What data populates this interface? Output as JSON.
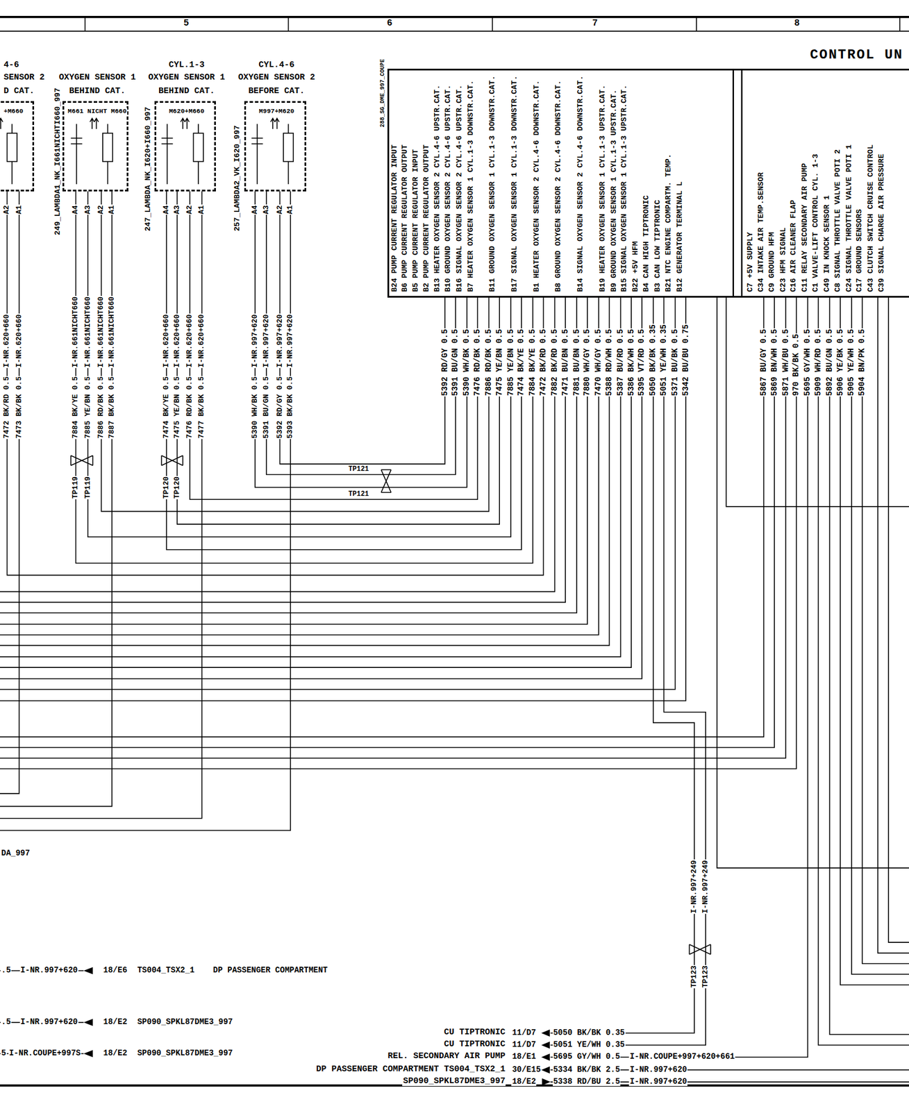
{
  "diagram": {
    "nodes": [
      {
        "text": [
          "4-6",
          "SENSOR 2",
          "D CAT.",
          "+M660"
        ]
      },
      {
        "text": [
          "OXYGEN SENSOR 1",
          "BEHIND CAT.",
          "M661 NICHT M660",
          "249_LAMBDA1_NK_I661NICHTI660_997"
        ]
      },
      {
        "text": [
          "CYL.1-3",
          "OXYGEN SENSOR 1",
          "BEHIND CAT.",
          "M620+M660",
          "247_LAMBDA_NK_I620+I660_997"
        ]
      },
      {
        "text": [
          "CYL.4-6",
          "OXYGEN SENSOR 2",
          "BEFORE CAT.",
          "M997+M620",
          "257_LAMBDA2_VK_I620_997"
        ]
      },
      {
        "text": [
          "CONTROL UN",
          "288_SG_DME_997_COUPE"
        ]
      }
    ],
    "edges": [
      {
        "from": 0,
        "to": 4,
        "arrow": "none"
      },
      {
        "from": 1,
        "to": 4,
        "arrow": "none"
      },
      {
        "from": 1,
        "to": 4,
        "arrow": "none"
      },
      {
        "from": 1,
        "to": 4,
        "arrow": "none"
      },
      {
        "from": 2,
        "to": 4,
        "arrow": "none"
      },
      {
        "from": 2,
        "to": 4,
        "arrow": "none"
      },
      {
        "from": 2,
        "to": 4,
        "arrow": "none"
      },
      {
        "from": 3,
        "to": 4,
        "arrow": "none"
      },
      {
        "from": 3,
        "to": 4,
        "arrow": "none"
      },
      {
        "from": 3,
        "to": 4,
        "arrow": "none"
      }
    ],
    "labels": [
      "5",
      "6",
      "7",
      "8",
      "B24 PUMP CURRENT REGULATOR INPUT",
      "B6 PUMP CURRENT REGULATOR OUTPUT",
      "B5 PUMP CURRENT REGULATOR INPUT",
      "B2 PUMP CURRENT REGULATOR OUTPUT",
      "B13 HEATER OXYGEN SENSOR 2 CYL.4-6 UPSTR.CAT.",
      "B10 GROUND OXYGEN SENSOR 2 CYL.4-6 UPSTR.CAT.",
      "B16 SIGNAL OXYGEN SENSOR 2 CYL.4-6 UPSTR.CAT.",
      "B7 HEATER OXYGEN SENSOR 1 CYL.1-3 DOWNSTR.CAT.",
      "B11 GROUND OXYGEN SENSOR 1 CYL.1-3 DOWNSTR.CAT.",
      "B17 SIGNAL OXYGEN SENSOR 1 CYL.1-3 DOWNSTR.CAT.",
      "B1 HEATER OXYGEN SENSOR 2 CYL.4-6 DOWNSTR.CAT.",
      "B8 GROUND OXYGEN SENSOR 2 CYL.4-6 DOWNSTR.CAT.",
      "B14 SIGNAL OXYGEN SENSOR 2 CYL.4-6 DOWNSTR.CAT.",
      "B19 HEATER OXYGEN SENSOR 1 CYL.1-3 UPSTR.CAT.",
      "B9 GROUND OXYGEN SENSOR 1 CYL.1-3 UPSTR.CAT.",
      "B15 SIGNAL OXYGEN SENSOR 1 CYL.1-3 UPSTR.CAT.",
      "B22 +5V HFM",
      "B4 CAN HIGH TIPTRONIC",
      "B3 CAN LOW TIPTRONIC",
      "B21 NTC ENGINE COMPARTM. TEMP.",
      "B12 GENERATOR TERMINAL L",
      "C7 +5V SUPPLY",
      "C34 INTAKE AIR TEMP.SENSOR",
      "C9 GROUND HFM",
      "C23 HFM SIGNAL",
      "C16 AIR CLEANER FLAP",
      "C11 RELAY SECONDARY AIR PUMP",
      "C1 VALVE-LIFT CONTROL CYL. 1-3",
      "C49 IN KNOCK SENSOR 1",
      "C8 SIGNAL THROTTLE VALVE POTI 2",
      "C24 SIGNAL THROTTLE VALVE POTI 1",
      "C17 GROUND SENSORS",
      "C43 CLUTCH SWITCH CRUISE CONTROL",
      "C39 SIGNAL CHARGE AIR PRESSURE",
      "5392 RD/GY 0.5",
      "5391 BU/GN 0.5",
      "5390 WH/BK 0.5",
      "7476 RD/BK 0.5",
      "7886 RD/BK 0.5",
      "7475 YE/BN 0.5",
      "7885 YE/BN 0.5",
      "7474 BK/YE 0.5",
      "7884 BK/YE 0.5",
      "7472 BK/RD 0.5",
      "7882 BK/RD 0.5",
      "7471 BU/BN 0.5",
      "7881 BU/BN 0.5",
      "7880 WH/GY 0.5",
      "7470 WH/GY 0.5",
      "5388 RD/WH 0.5",
      "5387 BU/RD 0.5",
      "5386 BK/WH 0.5",
      "5395 VT/RD 0.5",
      "5050 BK/BK 0.35",
      "5051 YE/WH 0.35",
      "5371 BU/BK 0.5",
      "5342 BU/BU 0.75",
      "5867 BU/GY 0.5",
      "5869 BN/WH 0.5",
      "5871 WH/BU 0.5",
      "970 BK/BK 0.5",
      "5695 GY/WH 0.5",
      "5909 WH/RD 0.5",
      "5892 BU/GN 0.5",
      "5906 YE/BK 0.5",
      "5905 YE/WH 0.5",
      "5904 BN/PK 0.5",
      "A2",
      "A1",
      "A4",
      "A3",
      "A2",
      "A1",
      "A4",
      "A3",
      "A2",
      "A1",
      "A4",
      "A3",
      "A2",
      "A1",
      "7472 BK/RD 0.5",
      "I-NR.620+660",
      "7473 BK/BK 0.5",
      "I-NR.620+660",
      "7884 BK/YE 0.5",
      "I-NR.661NICHT660",
      "7885 YE/BN 0.5",
      "I-NR.661NICHT660",
      "7886 RD/BK 0.5",
      "I-NR.661NICHT660",
      "7887 BK/BK 0.5",
      "I-NR.661NICHT660",
      "7474 BK/YE 0.5",
      "I-NR.620+660",
      "7475 YE/BN 0.5",
      "I-NR.620+660",
      "7476 RD/BK 0.5",
      "I-NR.620+660",
      "7477 BK/BK 0.5",
      "I-NR.620+660",
      "5390 WH/BK 0.5",
      "I-NR.997+620",
      "5391 BU/GN 0.5",
      "I-NR.997+620",
      "5392 RD/GY 0.5",
      "I-NR.997+620",
      "5393 BK/BK 0.5",
      "I-NR.997+620",
      "TP119",
      "TP119",
      "TP120",
      "TP120",
      "TP121",
      "TP121",
      "I-NR.997+249",
      "I-NR.997+249",
      "TP123",
      "TP123",
      "DA_997",
      ".5",
      "I-NR.997+620",
      "18/E6",
      "TS004_TSX2_1",
      "DP PASSENGER COMPARTMENT",
      ".5",
      "I-NR.997+620",
      "18/E2",
      "SP090_SPKL87DME3_997",
      "5",
      "I-NR.COUPE+997S",
      "18/E2",
      "SP090_SPKL87DME3_997",
      "CU TIPTRONIC",
      "11/D7",
      "5050 BK/BK 0.35",
      "CU TIPTRONIC",
      "11/D7",
      "5051 YE/WH 0.35",
      "REL. SECONDARY AIR PUMP",
      "18/E1",
      "5695 GY/WH 0.5",
      "I-NR.COUPE+997+620+661",
      "DP PASSENGER COMPARTMENT TS004_TSX2_1",
      "30/E15",
      "5334 BK/BK 2.5",
      "I-NR.997+620",
      "SP090_SPKL87DME3_997",
      "18/E2",
      "5338 RD/BU 2.5",
      "I-NR.997+620"
    ]
  }
}
